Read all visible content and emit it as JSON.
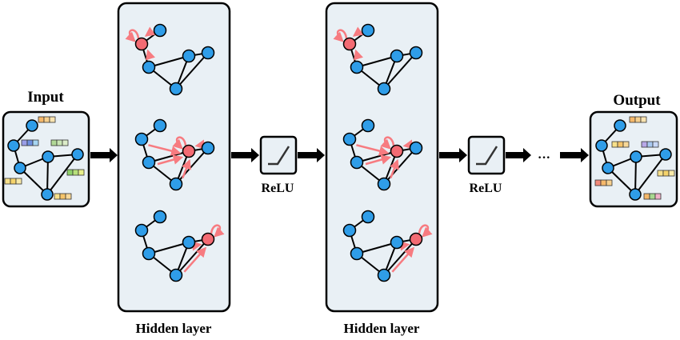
{
  "labels": {
    "input": "Input",
    "output": "Output",
    "hidden_layer_1": "Hidden layer",
    "hidden_layer_2": "Hidden layer",
    "relu_1": "ReLU",
    "relu_2": "ReLU",
    "ellipsis": "···"
  },
  "colors": {
    "panel_fill": "#e9f0f5",
    "node_blue": "#2f9de8",
    "node_red": "#f36b73",
    "arrow_red": "#f77b80",
    "edge": "#000000"
  },
  "feature_colors": {
    "blue_purple": [
      "#9a9ee8",
      "#6e8fe0",
      "#a7d6f2"
    ],
    "orange": [
      "#f5b86a",
      "#f7d08e",
      "#f8e3b0"
    ],
    "green": [
      "#b0d897",
      "#c9e5b5",
      "#dcecc9"
    ],
    "green_yellow": [
      "#8fd16a",
      "#b7e07a",
      "#e8f08a"
    ],
    "yellow": [
      "#f7e08a",
      "#f5d36b",
      "#f9eaa8"
    ],
    "orange_purple": [
      "#f7c07a",
      "#c8a8e8",
      "#a8c8f0"
    ],
    "mixed": [
      "#f5b86a",
      "#a8d890",
      "#f0b0c8"
    ],
    "yellow_orange": [
      "#f7e08a",
      "#f5c46a",
      "#f8d898"
    ],
    "red_orange": [
      "#f28a7a",
      "#f5b86a",
      "#f7d08e"
    ],
    "purple_blue": [
      "#b8a8e8",
      "#a8c8f0",
      "#c8d8f8"
    ]
  }
}
